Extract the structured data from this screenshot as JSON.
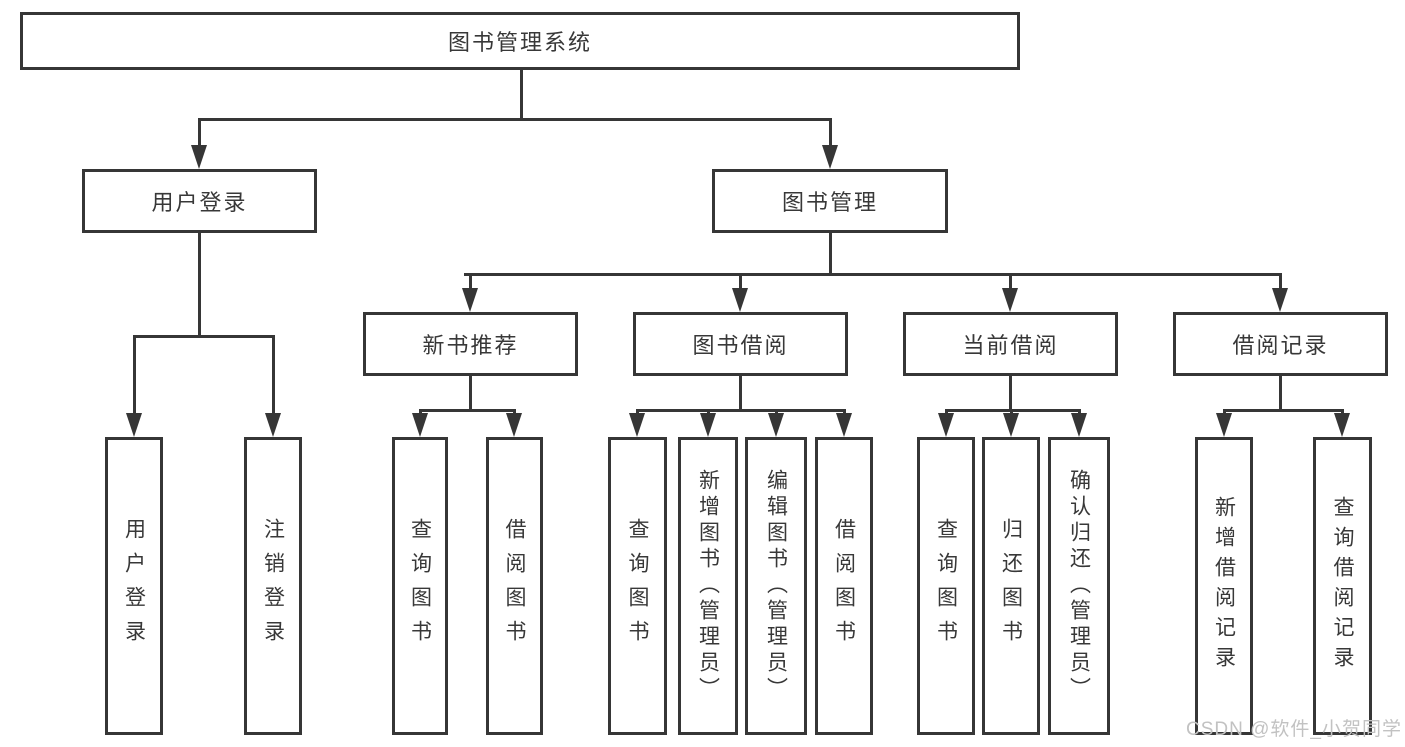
{
  "diagram_title": "图书管理系统",
  "tree": {
    "label": "图书管理系统",
    "children": [
      {
        "label": "用户登录",
        "children": [
          {
            "label": "用户登录"
          },
          {
            "label": "注销登录"
          }
        ]
      },
      {
        "label": "图书管理",
        "children": [
          {
            "label": "新书推荐",
            "children": [
              {
                "label": "查询图书"
              },
              {
                "label": "借阅图书"
              }
            ]
          },
          {
            "label": "图书借阅",
            "children": [
              {
                "label": "查询图书"
              },
              {
                "label": "新增图书（管理员）"
              },
              {
                "label": "编辑图书（管理员）"
              },
              {
                "label": "借阅图书"
              }
            ]
          },
          {
            "label": "当前借阅",
            "children": [
              {
                "label": "查询图书"
              },
              {
                "label": "归还图书"
              },
              {
                "label": "确认归还（管理员）"
              }
            ]
          },
          {
            "label": "借阅记录",
            "children": [
              {
                "label": "新增借阅记录"
              },
              {
                "label": "查询借阅记录"
              }
            ]
          }
        ]
      }
    ]
  },
  "watermark": {
    "text": "CSDN @软件_小贺同学"
  },
  "colors": {
    "line": "#363636",
    "text": "#383838",
    "watermark": "#c2c2c2",
    "background": "#ffffff"
  }
}
